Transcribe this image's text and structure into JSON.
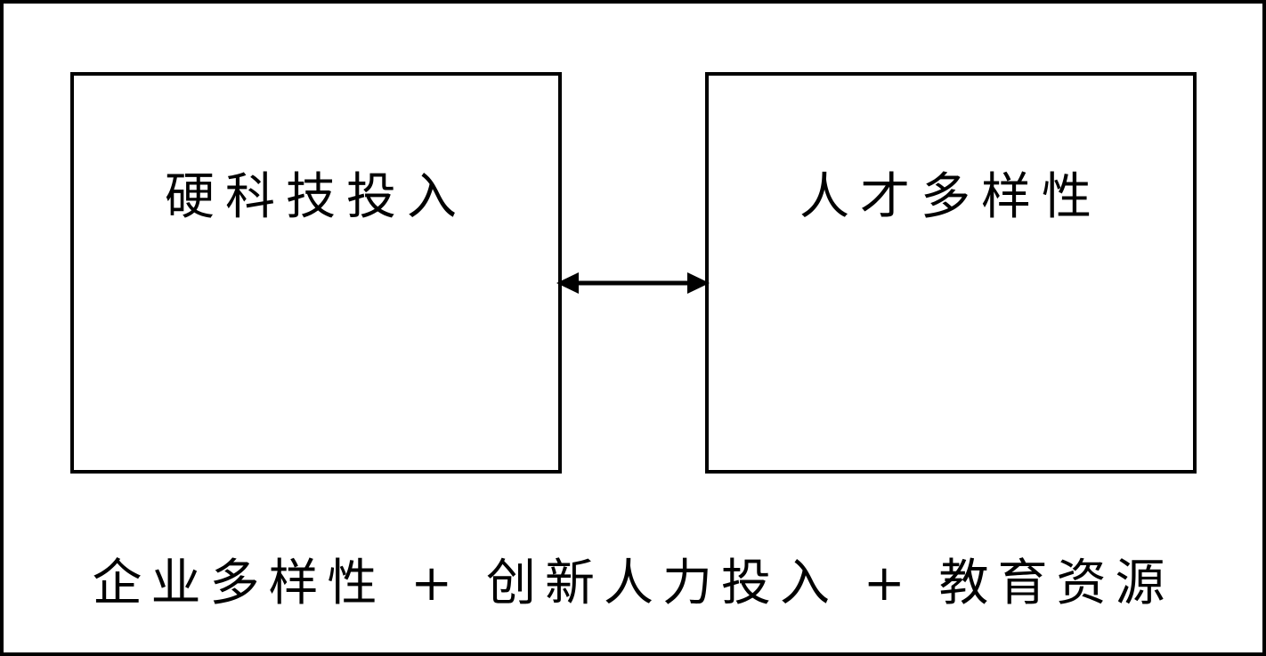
{
  "diagram": {
    "nodes": [
      {
        "id": "hard-tech-investment",
        "label": "硬科技投入"
      },
      {
        "id": "talent-diversity",
        "label": "人才多样性"
      }
    ],
    "edges": [
      {
        "from": "hard-tech-investment",
        "to": "talent-diversity",
        "direction": "bidirectional"
      }
    ],
    "caption": "企业多样性 + 创新人力投入 + 教育资源",
    "colors": {
      "stroke": "#000000",
      "background": "#ffffff"
    }
  }
}
